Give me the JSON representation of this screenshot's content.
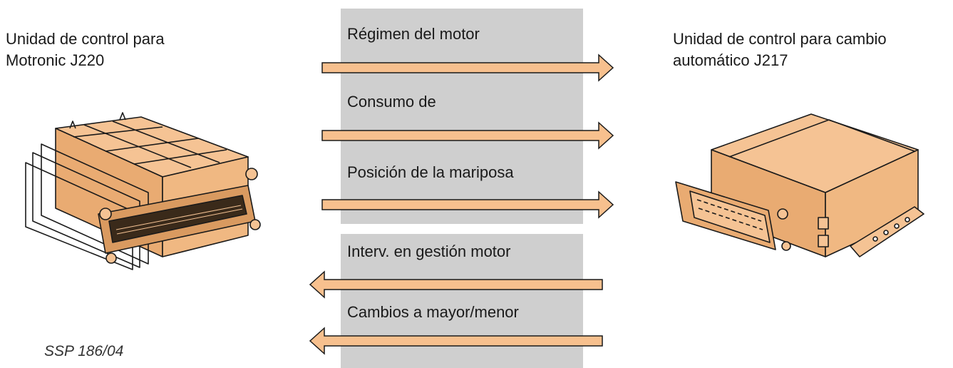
{
  "left_unit": {
    "title_line1": "Unidad de control para",
    "title_line2": "Motronic J220"
  },
  "right_unit": {
    "title_line1": "Unidad de control para cambio",
    "title_line2": "automático J217"
  },
  "signals_to_gearbox": [
    "Régimen del motor",
    "Consumo de",
    "Posición de la mariposa"
  ],
  "signals_to_engine": [
    "Interv. en gestión motor",
    "Cambios a mayor/menor"
  ],
  "caption": "SSP 186/04",
  "colors": {
    "arrow_fill": "#f7c08e",
    "arrow_stroke": "#1a1a1a",
    "band": "#cfcfcf",
    "unit_fill": "#f5c394"
  }
}
